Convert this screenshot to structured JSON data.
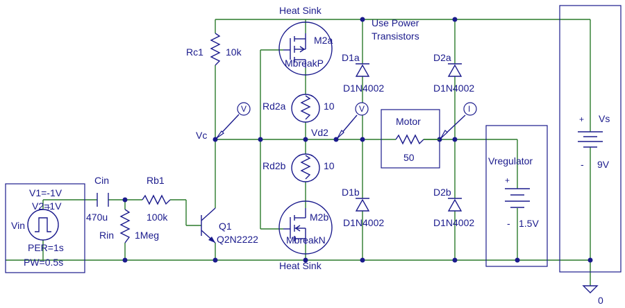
{
  "labels": {
    "heat_sink_top": "Heat Sink",
    "heat_sink_bottom": "Heat Sink",
    "note_line1": "Use Power",
    "note_line2": "Transistors",
    "rc1_ref": "Rc1",
    "rc1_val": "10k",
    "m2a_ref": "M2a",
    "m2a_model": "MbreakP",
    "m2b_ref": "M2b",
    "m2b_model": "MbreakN",
    "rd2a_ref": "Rd2a",
    "rd2a_val": "10",
    "rd2b_ref": "Rd2b",
    "rd2b_val": "10",
    "vc_net": "Vc",
    "vd2_net": "Vd2",
    "d1a_ref": "D1a",
    "d1a_model": "D1N4002",
    "d1b_ref": "D1b",
    "d1b_model": "D1N4002",
    "d2a_ref": "D2a",
    "d2a_model": "D1N4002",
    "d2b_ref": "D2b",
    "d2b_model": "D1N4002",
    "motor_ref": "Motor",
    "motor_val": "50",
    "vreg_ref": "Vregulator",
    "vreg_plus": "+",
    "vreg_minus": "-",
    "vreg_val": "1.5V",
    "vs_ref": "Vs",
    "vs_plus": "+",
    "vs_minus": "-",
    "vs_val": "9V",
    "cin_ref": "Cin",
    "cin_val": "470u",
    "rb1_ref": "Rb1",
    "rb1_val": "100k",
    "rin_ref": "Rin",
    "rin_val": "1Meg",
    "q1_ref": "Q1",
    "q1_model": "Q2N2222",
    "vin_ref": "Vin",
    "vin_v1": "V1=-1V",
    "vin_v2": "V2=1V",
    "vin_per": "PER=1s",
    "vin_pw": "PW=0.5s",
    "ground_label": "0",
    "probe_v1": "V",
    "probe_v2": "V",
    "probe_i": "I"
  }
}
